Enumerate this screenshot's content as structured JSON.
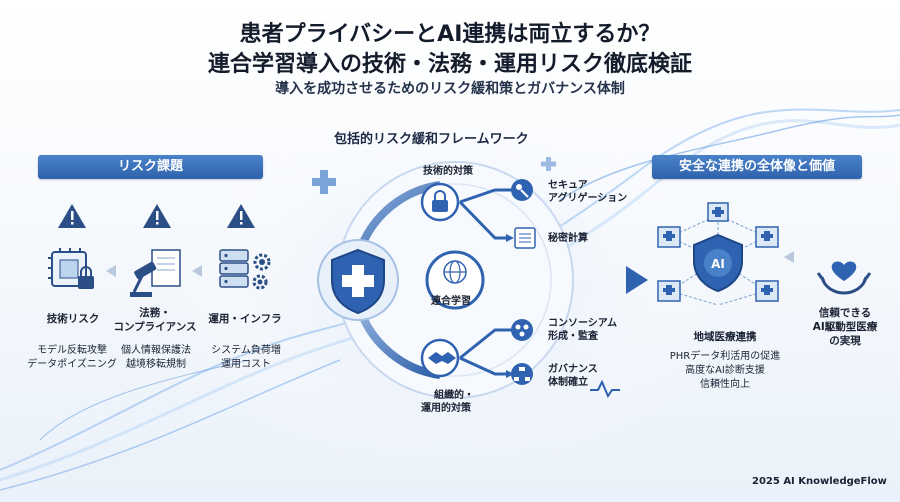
{
  "header": {
    "title_line1": "患者プライバシーとAI連携は両立するか？",
    "title_line2": "連合学習導入の技術・法務・運用リスク徹底検証",
    "subtitle": "導入を成功させるためのリスク緩和策とガバナンス体制"
  },
  "risk_section": {
    "banner": "リスク課題",
    "items": [
      {
        "title": "技術リスク",
        "line1": "モデル反転攻撃",
        "line2": "データポイズニング"
      },
      {
        "title_line1": "法務・",
        "title_line2": "コンプライアンス",
        "line1": "個人情報保護法",
        "line2": "越境移転規制"
      },
      {
        "title": "運用・インフラ",
        "line1": "システム負荷増",
        "line2": "運用コスト"
      }
    ]
  },
  "framework": {
    "title": "包括的リスク緩和フレームワーク",
    "technical_label": "技術的対策",
    "center_label": "連合学習",
    "org_label_line1": "組織的・",
    "org_label_line2": "運用的対策",
    "measures": [
      {
        "line1": "セキュア",
        "line2": "アグリゲーション"
      },
      {
        "line1": "秘密計算",
        "line2": ""
      },
      {
        "line1": "コンソーシアム",
        "line2": "形成・監査"
      },
      {
        "line1": "ガバナンス",
        "line2": "体制確立"
      }
    ]
  },
  "value_section": {
    "banner": "安全な連携の全体像と価値",
    "hub_label": "AI",
    "network_label": "地域医療連携",
    "benefits": [
      "PHRデータ利活用の促進",
      "高度なAI診断支援",
      "信頼性向上"
    ],
    "outcome_line1": "信頼できる",
    "outcome_line2": "AI駆動型医療",
    "outcome_line3": "の実現"
  },
  "footer": {
    "credit": "2025 AI KnowledgeFlow"
  }
}
